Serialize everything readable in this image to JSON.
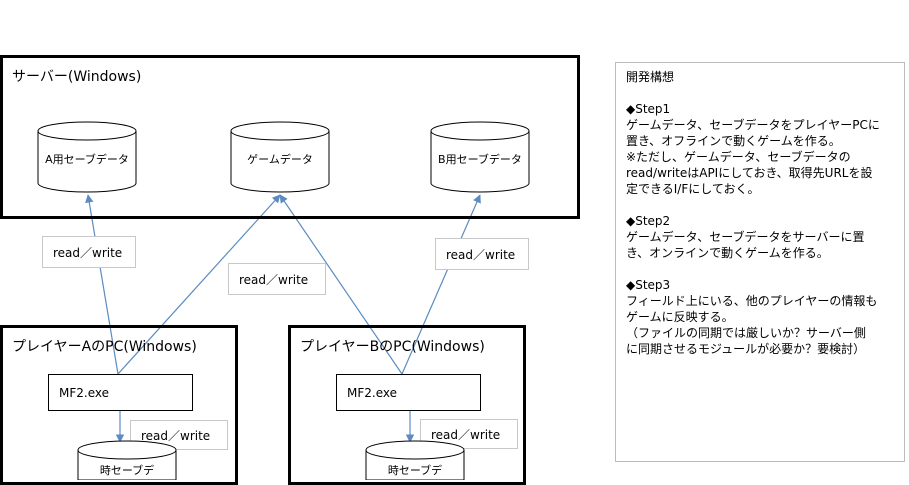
{
  "server": {
    "title": "サーバー(Windows)",
    "databases": [
      "A用セーブデータ",
      "ゲームデータ",
      "B用セーブデータ"
    ]
  },
  "player_a": {
    "title": "プレイヤーAのPC(Windows)",
    "exe": "MF2.exe",
    "local_db": "時セーブデ"
  },
  "player_b": {
    "title": "プレイヤーBのPC(Windows)",
    "exe": "MF2.exe",
    "local_db": "時セーブデ"
  },
  "connections": {
    "a_save": "read／write",
    "game_data": "read／write",
    "b_save": "read／write",
    "a_local": "read／write",
    "b_local": "read／write"
  },
  "notes": {
    "lines": [
      "開発構想",
      "",
      "◆Step1",
      "ゲームデータ、セーブデータをプレイヤーPCに",
      "置き、オフラインで動くゲームを作る。",
      "※ただし、ゲームデータ、セーブデータの",
      "read/writeはAPIにしておき、取得先URLを設",
      "定できるI/Fにしておく。",
      "",
      "◆Step2",
      "ゲームデータ、セーブデータをサーバーに置",
      "き、オンラインで動くゲームを作る。",
      "",
      "◆Step3",
      "フィールド上にいる、他のプレイヤーの情報も",
      "ゲームに反映する。",
      "（ファイルの同期では厳しいか？サーバー側",
      "に同期させるモジュールが必要か？要検討）"
    ]
  },
  "colors": {
    "arrow": "#5b8bc2",
    "border": "#000000"
  }
}
